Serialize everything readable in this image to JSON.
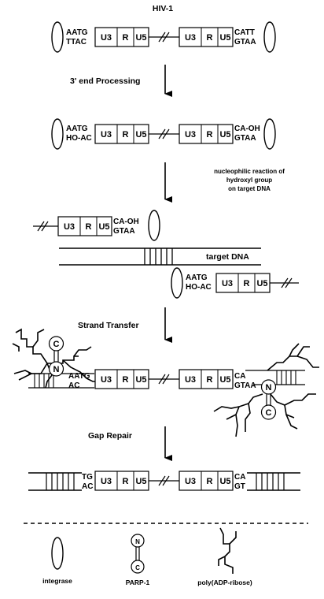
{
  "title": "HIV-1",
  "steps": {
    "processing": "3' end Processing",
    "nucleophilic": [
      "nucleophilic reaction of",
      "hydroxyl group",
      "on target DNA"
    ],
    "strand_transfer": "Strand Transfer",
    "gap_repair": "Gap Repair"
  },
  "ltr": {
    "u3": "U3",
    "r": "R",
    "u5": "U5"
  },
  "ends": {
    "s1_left": [
      "AATG",
      "TTAC"
    ],
    "s1_right": [
      "CATT",
      "GTAA"
    ],
    "s2_left": [
      "AATG",
      "HO-AC"
    ],
    "s2_right": [
      "CA-OH",
      "GTAA"
    ],
    "s3_right": [
      "CA-OH",
      "GTAA"
    ],
    "s3_left": [
      "AATG",
      "HO-AC"
    ],
    "s4_left": [
      "AATG",
      "AC"
    ],
    "s4_right": [
      "CA",
      "GTAA"
    ],
    "s5_left": [
      "TG",
      "AC"
    ],
    "s5_right": [
      "CA",
      "GT"
    ]
  },
  "target_dna": "target DNA",
  "parp": {
    "n": "N",
    "c": "C"
  },
  "legend": {
    "integrase": "integrase",
    "parp1": "PARP-1",
    "par": "poly(ADP-ribose)"
  }
}
